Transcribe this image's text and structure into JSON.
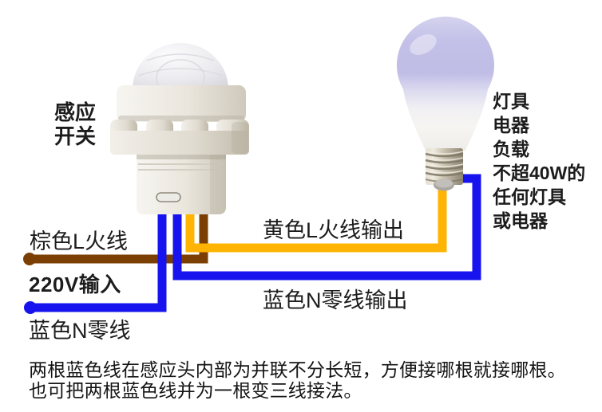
{
  "diagram": {
    "sensor": {
      "name": "PIR sensor switch",
      "label_lines": [
        "感应",
        "开关"
      ]
    },
    "inputs": {
      "live_label": "棕色L火线",
      "voltage_label": "220V输入",
      "neutral_label": "蓝色N零线"
    },
    "outputs": {
      "live_label": "黄色L火线输出",
      "neutral_label": "蓝色N零线输出"
    },
    "load_note_lines": [
      "灯具",
      "电器",
      "负载",
      "不超40W的",
      "任何灯具",
      "或电器"
    ],
    "footnote_lines": [
      "两根蓝色线在感应头内部为并联不分长短，方便接哪根就接哪根。",
      "也可把两根蓝色线并为一根变三线接法。"
    ],
    "colors": {
      "live_in": "#7c3f03",
      "neutral": "#1713ee",
      "live_out": "#ffb404"
    }
  }
}
